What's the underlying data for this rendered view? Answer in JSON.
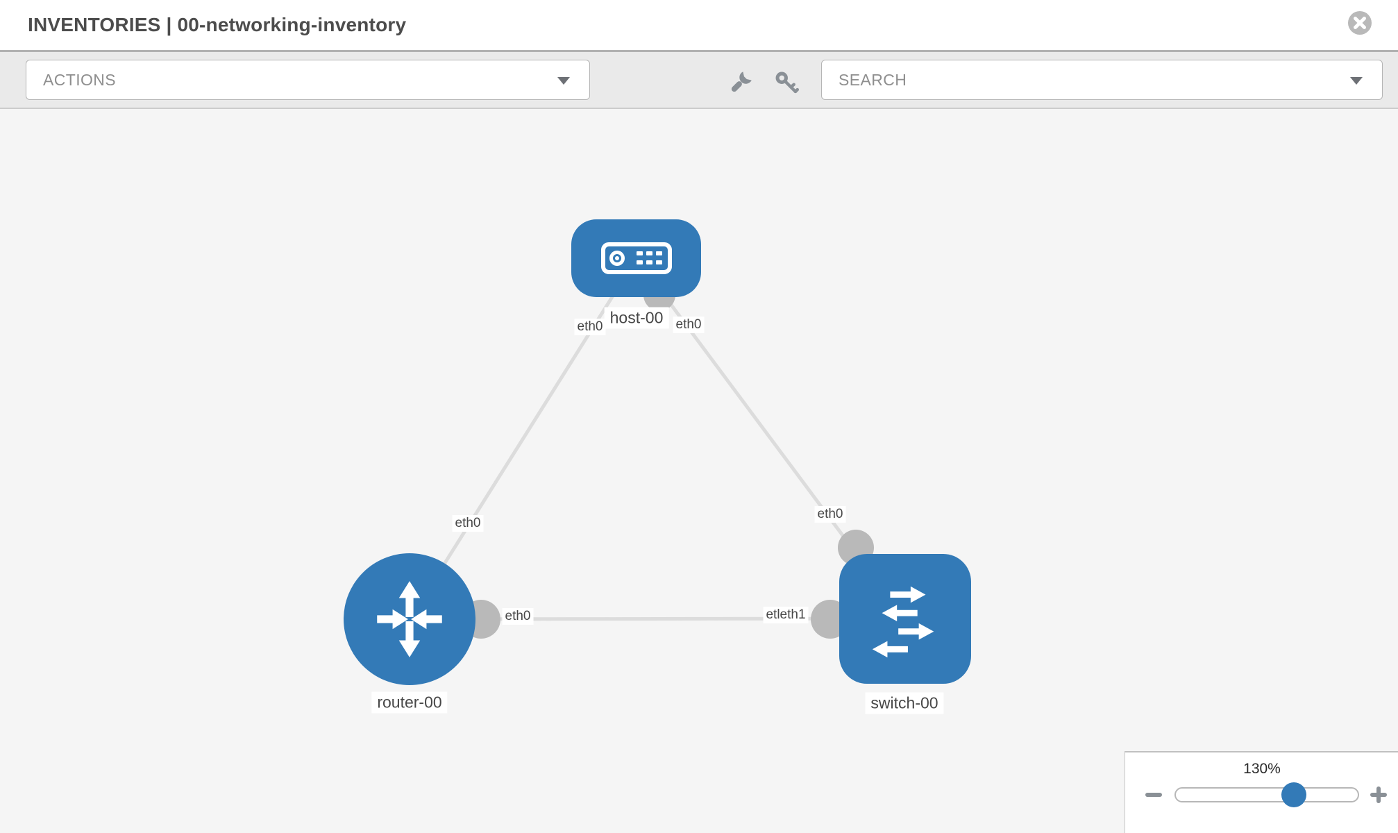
{
  "header": {
    "title": "INVENTORIES | 00-networking-inventory",
    "close_icon": "x-circle"
  },
  "toolbar": {
    "actions_label": "ACTIONS",
    "actions_caret_icon": "chevron-down",
    "search_placeholder": "SEARCH",
    "search_caret_icon": "chevron-down",
    "tool_icons": [
      "wrench",
      "key"
    ]
  },
  "canvas": {
    "nodes": [
      {
        "label": "host-00",
        "type": "host",
        "icon": "host-device"
      },
      {
        "label": "router-00",
        "type": "router",
        "icon": "router-arrows"
      },
      {
        "label": "switch-00",
        "type": "switch",
        "icon": "switch-arrows"
      }
    ],
    "links": [
      {
        "from": "host-00",
        "to": "router-00"
      },
      {
        "from": "host-00",
        "to": "switch-00"
      },
      {
        "from": "router-00",
        "to": "switch-00"
      }
    ],
    "interface_labels": [
      {
        "link": "host-00 to router-00",
        "end": "host-00",
        "text": "eth0"
      },
      {
        "link": "host-00 to switch-00",
        "end": "host-00",
        "text": "eth0"
      },
      {
        "link": "host-00 to router-00",
        "end": "router-00",
        "text": "eth0"
      },
      {
        "link": "host-00 to switch-00",
        "end": "switch-00",
        "text": "eth0"
      },
      {
        "link": "router-00 to switch-00",
        "end": "router-00",
        "text": "eth0"
      },
      {
        "link": "router-00 to switch-00",
        "end": "switch-00",
        "text": "etleth1"
      }
    ]
  },
  "zoom_control": {
    "level": "130%",
    "zoom_out_icon": "minus",
    "zoom_in_icon": "plus"
  },
  "colors": {
    "node_blue": "#337ab7",
    "endpoint_gray": "#b9b9b9",
    "link_gray": "#dcdcdc",
    "toolbar_gray": "#eaeaea",
    "canvas_gray": "#f5f5f5"
  }
}
